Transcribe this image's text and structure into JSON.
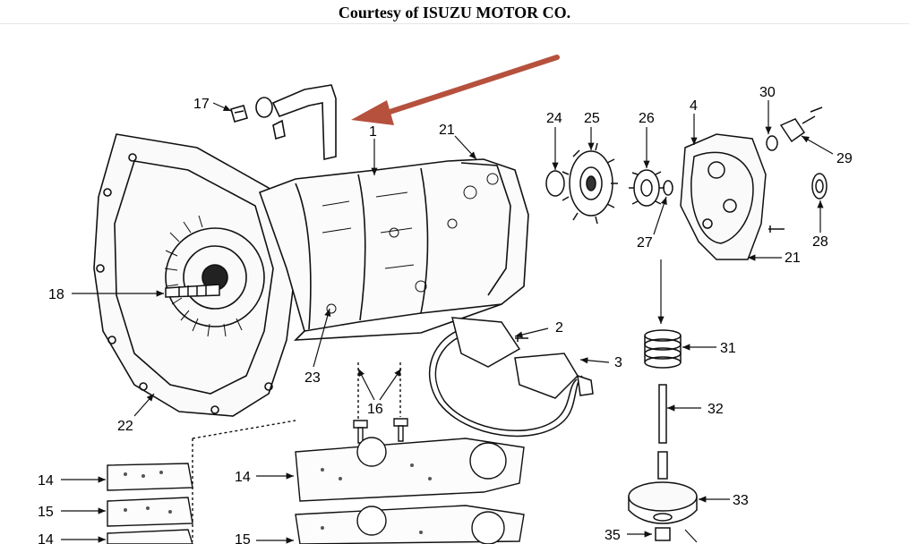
{
  "header": {
    "title": "Courtesy of ISUZU MOTOR CO."
  },
  "diagram": {
    "callouts": [
      "17",
      "1",
      "21",
      "24",
      "25",
      "26",
      "4",
      "30",
      "29",
      "28",
      "27",
      "21",
      "18",
      "2",
      "3",
      "31",
      "32",
      "23",
      "16",
      "22",
      "14",
      "15",
      "14",
      "14",
      "15",
      "33",
      "35"
    ],
    "colors": {
      "line": "#111111",
      "arrow": "#b5513d",
      "background": "#ffffff"
    }
  }
}
